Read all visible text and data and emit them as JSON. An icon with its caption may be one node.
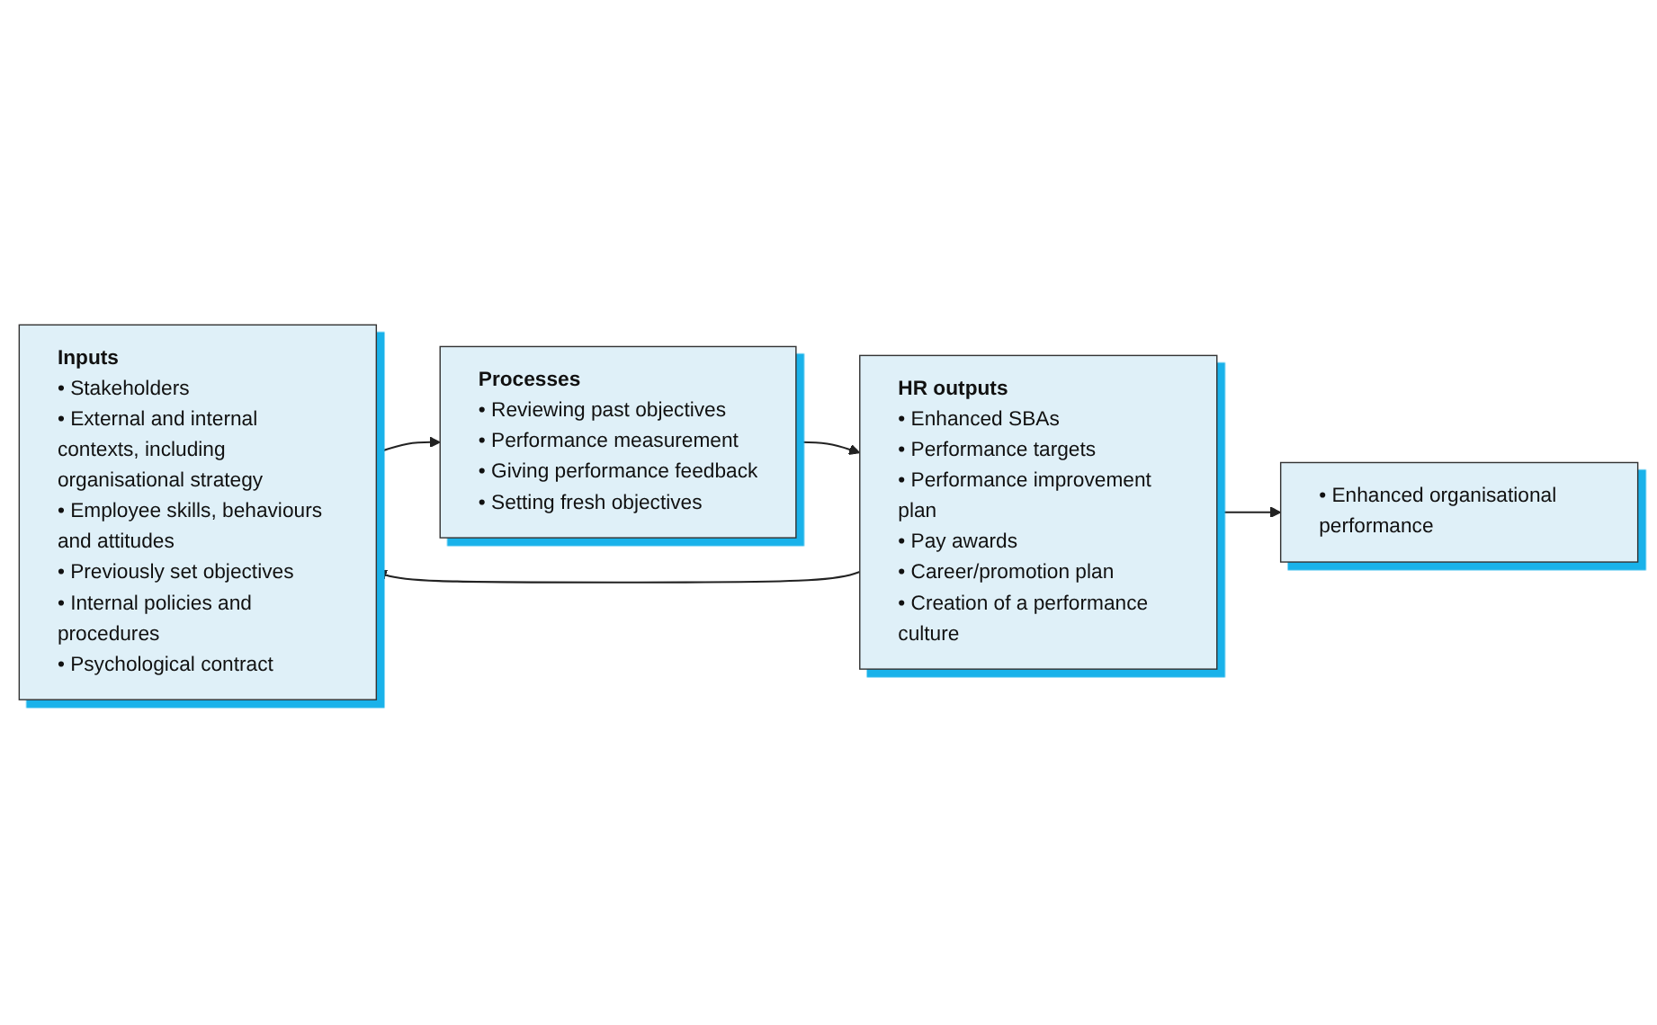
{
  "diagram": {
    "nodes": [
      {
        "text": [
          "Inputs",
          "• Stakeholders",
          "• External and internal contexts, including organisational strategy",
          "• Employee skills, behaviours and attitudes",
          "• Previously set objectives",
          "• Internal policies and procedures",
          "• Psychological contract"
        ]
      },
      {
        "text": [
          "Processes",
          "• Reviewing past objectives",
          "• Performance measurement",
          "• Giving performance feedback",
          "• Setting fresh objectives"
        ]
      },
      {
        "text": [
          "HR outputs",
          "• Enhanced SBAs",
          "• Performance targets",
          "• Performance improvement plan",
          "• Pay awards",
          "• Career/promotion plan",
          "• Creation of a performance culture"
        ]
      },
      {
        "text": [
          "• Enhanced organisational performance"
        ]
      }
    ],
    "edges": [
      {
        "from": 0,
        "to": 1,
        "arrow": "to"
      },
      {
        "from": 1,
        "to": 2,
        "arrow": "to"
      },
      {
        "from": 2,
        "to": 0,
        "arrow": "to"
      },
      {
        "from": 2,
        "to": 3,
        "arrow": "to"
      }
    ]
  }
}
